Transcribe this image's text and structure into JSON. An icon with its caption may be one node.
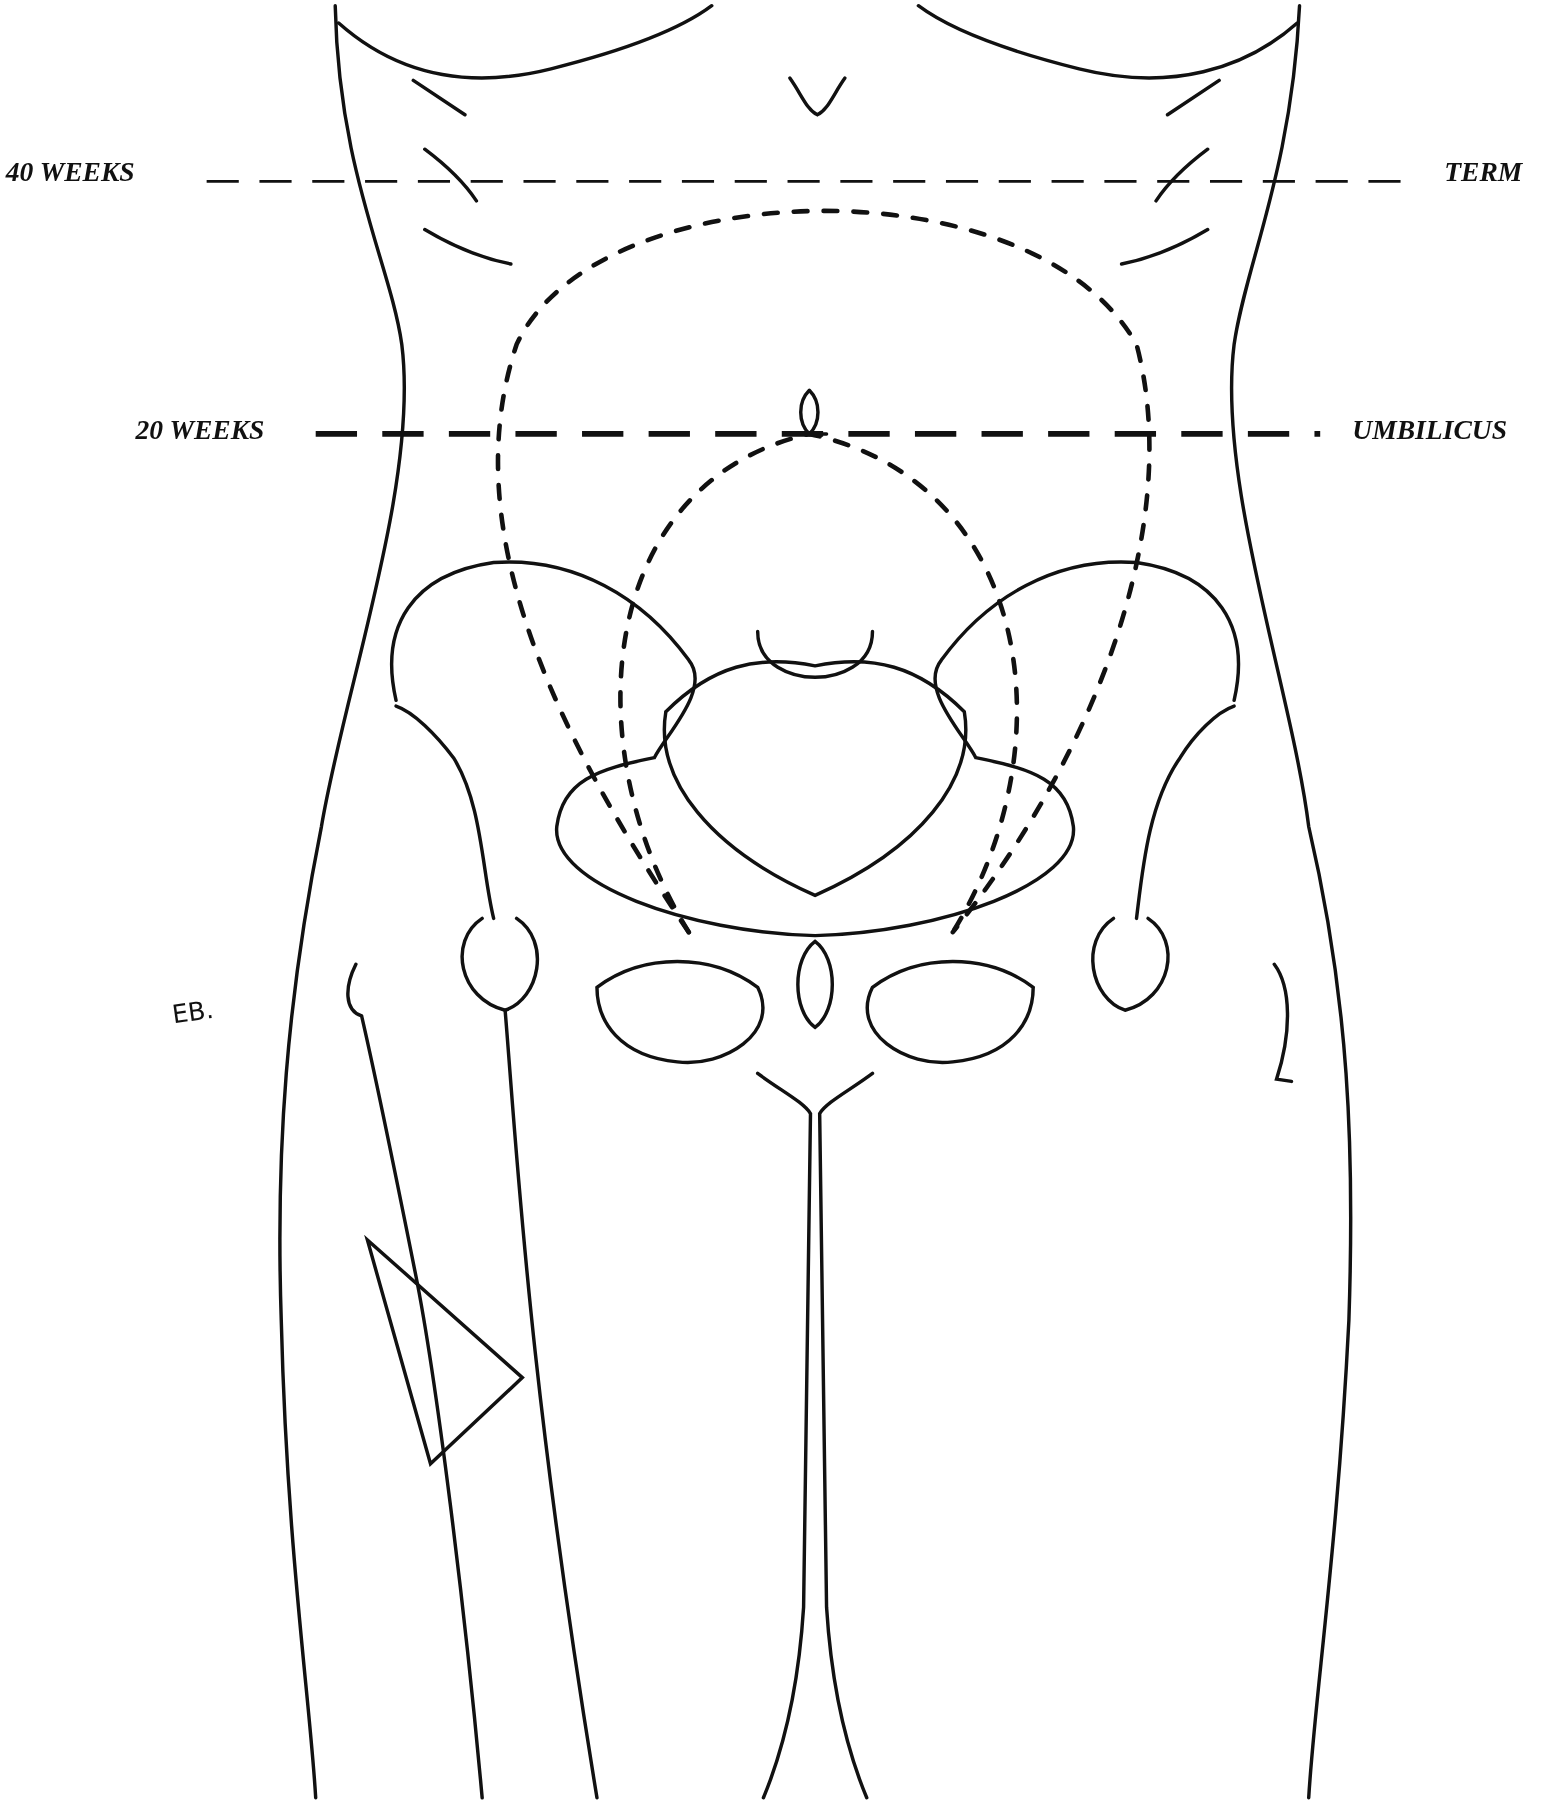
{
  "diagram": {
    "labels": [
      "40 WEEKS",
      "TERM",
      "20 WEEKS",
      "UMBILICUS",
      "EB."
    ]
  }
}
